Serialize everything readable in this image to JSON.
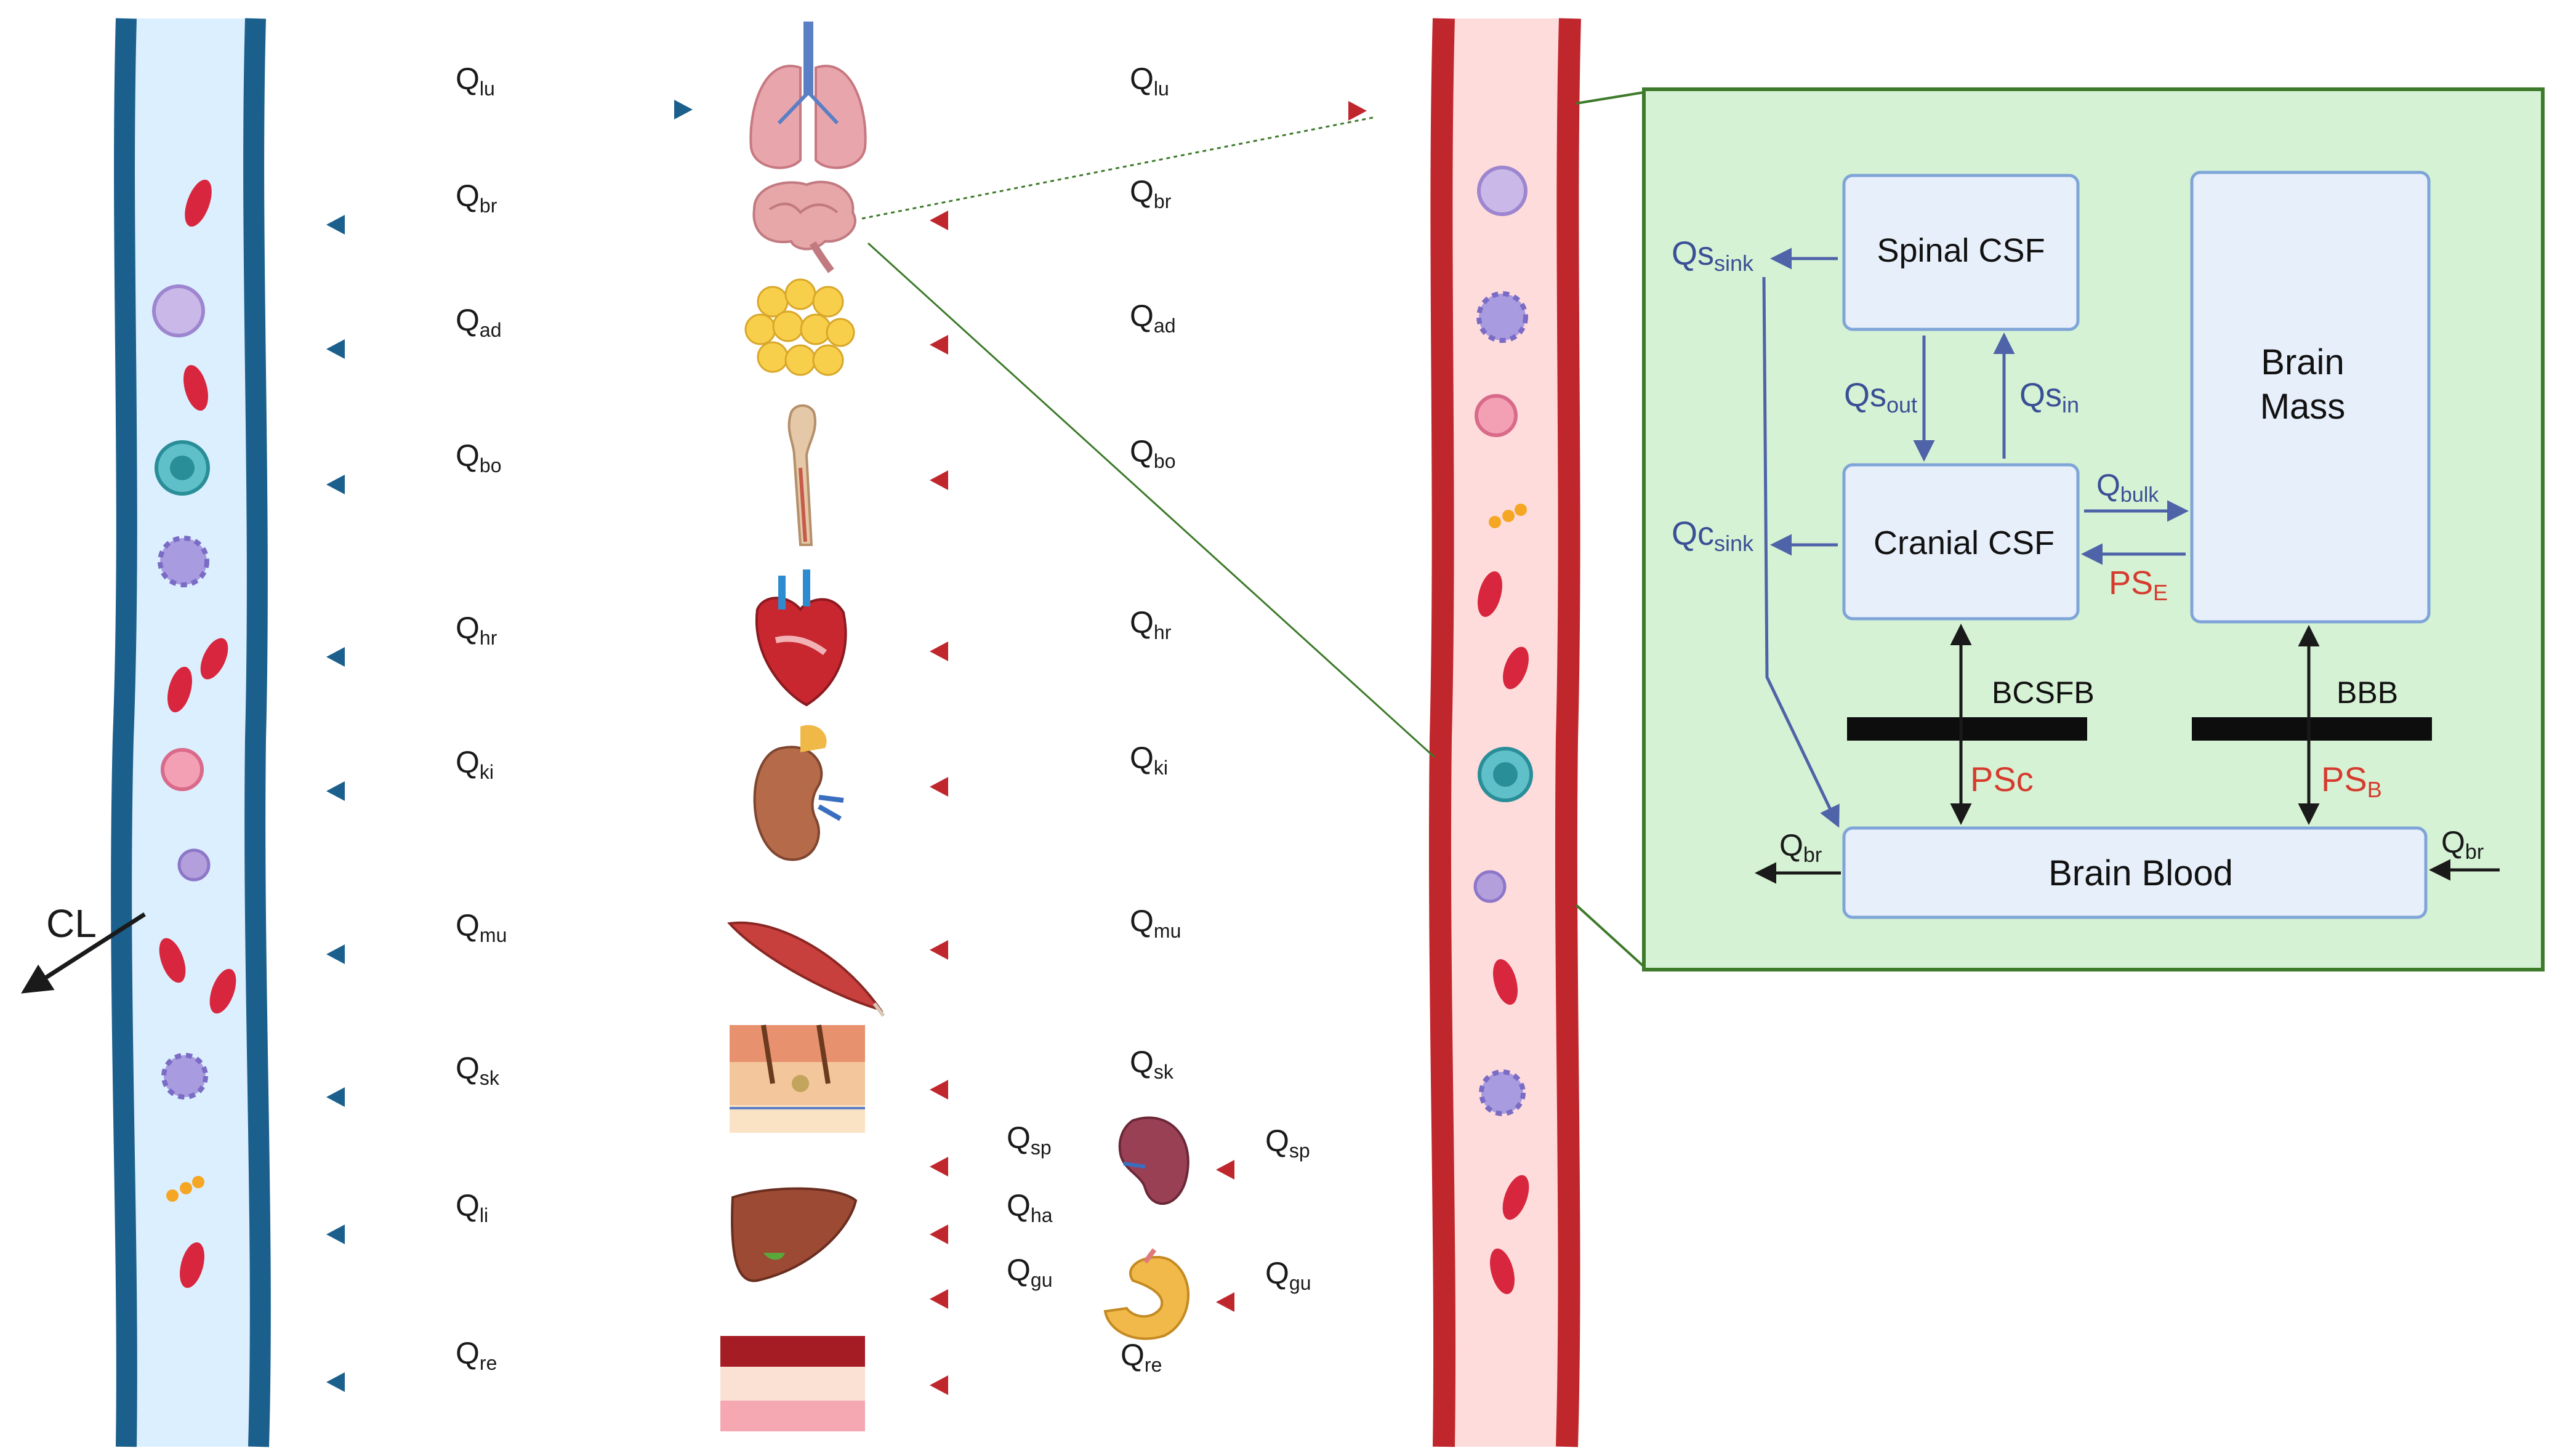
{
  "colors": {
    "venous": "#1b5f8c",
    "arterial": "#c0272d",
    "venous_fill": "#dcefff",
    "arterial_fill": "#ffdcdc",
    "panel_fill": "#d6f2d4",
    "panel_border": "#3d7a2a",
    "box_fill": "#e7effb",
    "box_border": "#7fa5d8",
    "flow_arrow": "#4f63a8",
    "ps_text": "#d63b2f"
  },
  "clearance": {
    "label": "CL"
  },
  "flows": {
    "lu": {
      "main": "Q",
      "sub": "lu"
    },
    "br": {
      "main": "Q",
      "sub": "br"
    },
    "ad": {
      "main": "Q",
      "sub": "ad"
    },
    "bo": {
      "main": "Q",
      "sub": "bo"
    },
    "hr": {
      "main": "Q",
      "sub": "hr"
    },
    "ki": {
      "main": "Q",
      "sub": "ki"
    },
    "mu": {
      "main": "Q",
      "sub": "mu"
    },
    "sk": {
      "main": "Q",
      "sub": "sk"
    },
    "li": {
      "main": "Q",
      "sub": "li"
    },
    "re": {
      "main": "Q",
      "sub": "re"
    },
    "sp": {
      "main": "Q",
      "sub": "sp"
    },
    "ha": {
      "main": "Q",
      "sub": "ha"
    },
    "gu": {
      "main": "Q",
      "sub": "gu"
    }
  },
  "organ_icons": [
    "lung-icon",
    "brain-icon",
    "adipose-icon",
    "bone-icon",
    "heart-icon",
    "kidney-icon",
    "muscle-icon",
    "skin-icon",
    "liver-icon",
    "rest-of-body-icon",
    "spleen-icon",
    "gut-icon"
  ],
  "brain_model": {
    "spinal_csf": "Spinal CSF",
    "cranial_csf": "Cranial CSF",
    "brain_mass_line1": "Brain",
    "brain_mass_line2": "Mass",
    "brain_blood": "Brain Blood",
    "bcsfb": "BCSFB",
    "bbb": "BBB",
    "qs_sink": {
      "main": "Qs",
      "sub": "sink"
    },
    "qc_sink": {
      "main": "Qc",
      "sub": "sink"
    },
    "qs_out": {
      "main": "Qs",
      "sub": "out"
    },
    "qs_in": {
      "main": "Qs",
      "sub": "in"
    },
    "q_bulk": {
      "main": "Q",
      "sub": "bulk"
    },
    "ps_e": {
      "main": "PS",
      "sub": "E"
    },
    "ps_c": {
      "main": "PSc",
      "sub": ""
    },
    "ps_b": {
      "main": "PS",
      "sub": "B"
    },
    "q_br_in": {
      "main": "Q",
      "sub": "br"
    },
    "q_br_out": {
      "main": "Q",
      "sub": "br"
    }
  }
}
